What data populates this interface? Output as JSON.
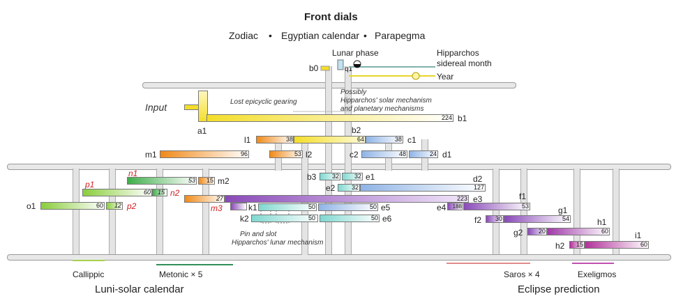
{
  "header": {
    "title": "Front dials",
    "subtitle_1": "Zodiac",
    "subtitle_2": "Egyptian calendar",
    "subtitle_3": "Parapegma",
    "bullet": "•"
  },
  "top": {
    "lunar_phase": "Lunar phase",
    "hipparchos_1": "Hipparchos",
    "hipparchos_2": "sidereal month",
    "year": "Year",
    "b0": "b0",
    "q1": "q1"
  },
  "notes": {
    "input": "Input",
    "lost": "Lost epicyclic gearing",
    "possibly_1": "Possibly",
    "possibly_2": "Hipparchos' solar mechanism",
    "possibly_3": "and planetary mechanisms",
    "pin_1": "Pin and slot",
    "pin_2": "Hipparchos' lunar mechanism"
  },
  "gears": {
    "b1": {
      "name": "b1",
      "teeth": "224"
    },
    "a1": {
      "name": "a1"
    },
    "l1": {
      "name": "l1",
      "teeth": "38"
    },
    "b2": {
      "name": "b2",
      "teeth": "64"
    },
    "c1": {
      "name": "c1",
      "teeth": "38"
    },
    "m1": {
      "name": "m1",
      "teeth": "96"
    },
    "l2": {
      "name": "l2",
      "teeth": "53"
    },
    "c2": {
      "name": "c2",
      "teeth": "48"
    },
    "d1": {
      "name": "d1",
      "teeth": "24"
    },
    "n1": {
      "name": "n1",
      "teeth": "53"
    },
    "m2": {
      "name": "m2",
      "teeth": "15"
    },
    "p1": {
      "name": "p1",
      "teeth": "60"
    },
    "n2": {
      "name": "n2",
      "teeth": "15"
    },
    "o1": {
      "name": "o1",
      "teeth": "60"
    },
    "p2": {
      "name": "p2",
      "teeth": "12"
    },
    "m3": {
      "name": "m3",
      "teeth": "27"
    },
    "b3": {
      "name": "b3",
      "teeth": "32"
    },
    "e1": {
      "name": "e1",
      "teeth": "32"
    },
    "e2": {
      "name": "e2",
      "teeth": "32"
    },
    "d2": {
      "name": "d2",
      "teeth": "127"
    },
    "e3": {
      "name": "e3",
      "teeth": "223"
    },
    "e4": {
      "name": "e4",
      "teeth": "188"
    },
    "f1": {
      "name": "f1",
      "teeth": "53"
    },
    "k1": {
      "name": "k1",
      "teeth": "50"
    },
    "e5": {
      "name": "e5",
      "teeth": "50"
    },
    "k2": {
      "name": "k2",
      "teeth": "50"
    },
    "e6": {
      "name": "e6",
      "teeth": "50"
    },
    "g1": {
      "name": "g1",
      "teeth": "54"
    },
    "f2": {
      "name": "f2",
      "teeth": "30"
    },
    "h1": {
      "name": "h1",
      "teeth": "60"
    },
    "g2": {
      "name": "g2",
      "teeth": "20"
    },
    "i1": {
      "name": "i1",
      "teeth": "60"
    },
    "h2": {
      "name": "h2",
      "teeth": "15"
    }
  },
  "bottom": {
    "callippic": "Callippic",
    "metonic": "Metonic × 5",
    "luni": "Luni-solar calendar",
    "saros": "Saros × 4",
    "exeligmos": "Exeligmos",
    "eclipse": "Eclipse prediction"
  },
  "colors": {
    "yellow": "#f4de2a",
    "orange": "#f08a18",
    "blue": "#8fb4e6",
    "green": "#3fae4a",
    "lightgreen": "#8acd3c",
    "purple": "#8a4ab8",
    "magenta": "#b1329a",
    "cyan": "#7fd8d0"
  }
}
